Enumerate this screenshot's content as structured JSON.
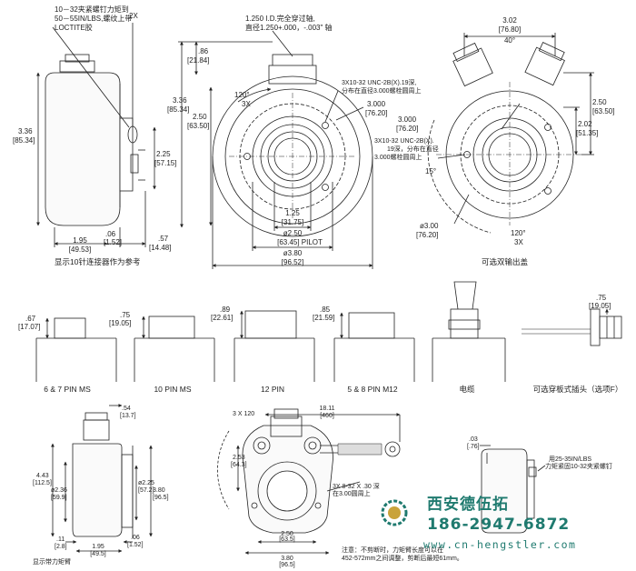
{
  "view1": {
    "note_torque": "10－32夹紧螺钉力矩到",
    "note_torque2": "50－55IN/LBS,螺纹上带",
    "note_loctite": "LOCTITE胶",
    "qty": "2X",
    "dim_225": "2.25",
    "dim_225mm": "[57.15]",
    "dim_336": "3.36",
    "dim_336mm": "[85.34]",
    "dim_195": "1.95",
    "dim_195mm": "[49.53]",
    "dim_06": ".06",
    "dim_06mm": "[1.52]",
    "dim_57": ".57",
    "dim_57mm": "[14.48]",
    "caption": "显示10针连接器作为参考"
  },
  "view2": {
    "note_id": "1.250 I.D.完全穿过轴,",
    "note_dia": "直径1.250+.000，-.003\" 轴",
    "dim_86": ".86",
    "dim_86mm": "[21.84]",
    "dim_250": "2.50",
    "dim_250mm": "[63.50]",
    "angle": "120°",
    "angle_qty": "3X",
    "thread": "3X10-32 UNC-2B(X).19深,",
    "thread2": "分布在直径3.000螺栓圆周上",
    "dim_3000": "3.000",
    "dim_3000mm": "[76.20]",
    "dim_125": "1.25",
    "dim_125mm": "[31.75]",
    "dim_pilot": "ø2.50",
    "dim_pilotmm": "[63.45] PILOT",
    "dim_380": "ø3.80",
    "dim_380mm": "[96.52]"
  },
  "view3": {
    "dim_302": "3.02",
    "dim_302mm": "[76.80]",
    "angle40": "40°",
    "dim_250": "2.50",
    "dim_250mm": "[63.50]",
    "dim_202": "2.02",
    "dim_202mm": "[51.35]",
    "dim_3000": "3.000",
    "dim_3000mm": "[76.20]",
    "thread": "3X10-32 UNC-2B(X).",
    "thread2": "19深，分布在直径",
    "thread3": "3.000螺栓圆周上",
    "angle15": "15°",
    "dim_300": "ø3.00",
    "dim_300mm": "[76.20]",
    "angle120": "120°",
    "angle_qty": "3X",
    "caption": "可选双输出盖"
  },
  "connectors": [
    {
      "dim": ".67",
      "dim_mm": "[17.07]",
      "label": "6 & 7 PIN MS"
    },
    {
      "dim": ".75",
      "dim_mm": "[19.05]",
      "label": "10 PIN MS"
    },
    {
      "dim": ".89",
      "dim_mm": "[22.61]",
      "label": "12 PIN"
    },
    {
      "dim": ".85",
      "dim_mm": "[21.59]",
      "label": "5 & 8 PIN M12"
    },
    {
      "dim": "",
      "dim_mm": "",
      "label": "电缆"
    },
    {
      "dim": ".75",
      "dim_mm": "[19.05]",
      "label": "可选穿板式插头（选项F）"
    }
  ],
  "bottom1": {
    "dim_54": ".54",
    "dim_54mm": "[13.7]",
    "dim_443": "4.43",
    "dim_443mm": "[112.5]",
    "dim_236": "ø2.36",
    "dim_236mm": "[59.9]",
    "dim_225": "ø2.25",
    "dim_225mm": "[57.2]",
    "dim_380": "3.80",
    "dim_380mm": "[96.5]",
    "dim_11": ".11",
    "dim_11mm": "[2.8]",
    "dim_195": "1.95",
    "dim_195mm": "[49.5]",
    "dim_06": ".06",
    "dim_06mm": "[1.52]",
    "caption": "显示带力矩臂"
  },
  "bottom2": {
    "angle": "3 X 120",
    "dim_1811": "18.11",
    "dim_1811mm": "[460]",
    "dim_253": "2.53",
    "dim_253mm": "[64.3]",
    "thread": "3X 8-32 X .30 深",
    "thread2": "在3.00圆周上",
    "dim_250": "2.50",
    "dim_250mm": "[63.5]",
    "dim_380": "3.80",
    "dim_380mm": "[96.5]",
    "note": "注意：不剪断时，力矩臂长度可以在",
    "note2": "452-572mm之间调整，剪断后最短61mm。"
  },
  "bottom3": {
    "dim_03": ".03",
    "dim_03mm": "[.76]",
    "note": "用25-35IN/LBS",
    "note2": "力矩紧固10-32夹紧螺钉"
  },
  "watermark": {
    "company": "西安德伍拓",
    "phone": "186-2947-6872",
    "url": "www.cn-hengstler.com"
  }
}
